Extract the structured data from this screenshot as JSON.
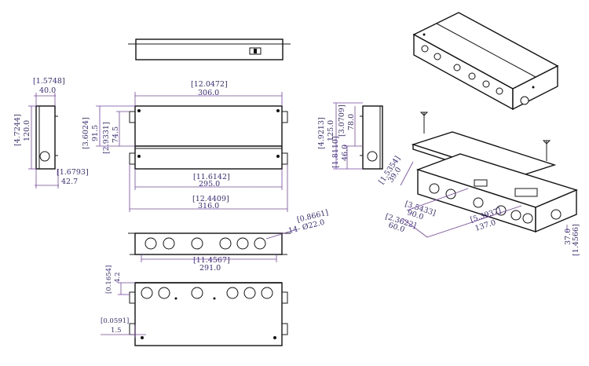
{
  "colors": {
    "dimension": "#7a3fb5",
    "dimension_text": "#3a2a8a",
    "outline": "#111111"
  },
  "dims": {
    "side_w_in": "[1.5748]",
    "side_w_mm": "40.0",
    "side_h_in": "[4.7244]",
    "side_h_mm": "120.0",
    "side_b_in": "[1.6793]",
    "side_b_mm": "42.7",
    "top_w_in": "[12.0472]",
    "top_w_mm": "306.0",
    "top_h1_in": "[3.6024]",
    "top_h1_mm": "91.5",
    "top_h2_in": "[2.9331]",
    "top_h2_mm": "74.5",
    "inner_w_in": "[11.6142]",
    "inner_w_mm": "295.0",
    "outer_w_in": "[12.4409]",
    "outer_w_mm": "316.0",
    "rs_h_in": "[4.9213]",
    "rs_h_mm": "125.0",
    "rs_h2_in": "[3.0709]",
    "rs_h2_mm": "78.0",
    "rs_h3_in": "[1.8110]",
    "rs_h3_mm": "46.0",
    "hole_in": "[0.8661]",
    "hole_mm": "14- Ø22.0",
    "front_w_in": "[11.4567]",
    "front_w_mm": "291.0",
    "bot_a_in": "[0.1654]",
    "bot_a_mm": "4.2",
    "bot_b_in": "[0.0591]",
    "bot_b_mm": "1.5",
    "iso_a_in": "[1.5354]",
    "iso_a_mm": "39.0",
    "iso_b_in": "[3.5433]",
    "iso_b_mm": "90.0",
    "iso_c_in": "[2.3622]",
    "iso_c_mm": "60.0",
    "iso_d_in": "[5.3937]",
    "iso_d_mm": "137.0",
    "iso_e_in": "[1.4566]",
    "iso_e_mm": "37.0"
  }
}
